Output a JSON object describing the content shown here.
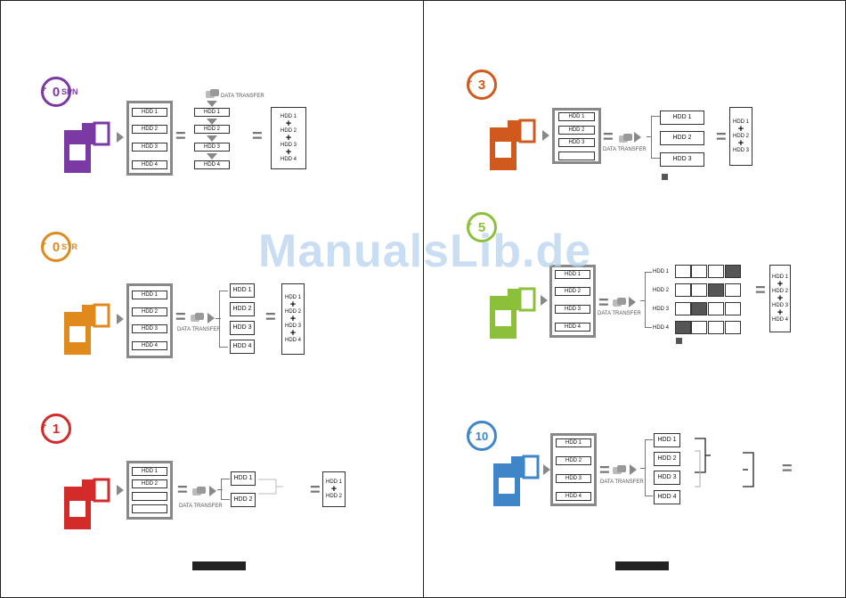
{
  "watermark": "ManualsLib.de",
  "sections": [
    {
      "id": "spn",
      "symbol": "+",
      "badge_label": "0",
      "badge_suffix": "SPN",
      "color": "#7b3aa3"
    },
    {
      "id": "str",
      "symbol": "+",
      "badge_label": "0",
      "badge_suffix": "STR",
      "color": "#e08a1e"
    },
    {
      "id": "r1",
      "symbol": "+",
      "badge_label": "1",
      "badge_suffix": "",
      "color": "#d32a2a"
    },
    {
      "id": "r3",
      "symbol": "+",
      "badge_label": "3",
      "badge_suffix": "",
      "color": "#d05a1e"
    },
    {
      "id": "r5",
      "symbol": "+",
      "badge_label": "5",
      "badge_suffix": "",
      "color": "#8cc03a"
    },
    {
      "id": "r10",
      "symbol": "+",
      "badge_label": "10",
      "badge_suffix": "",
      "color": "#3f86c8"
    }
  ],
  "labels": {
    "hdd1": "HDD 1",
    "hdd2": "HDD 2",
    "hdd3": "HDD 3",
    "hdd4": "HDD 4",
    "data_transfer": "DATA TRANSFER",
    "plus": "+",
    "equals": "="
  }
}
